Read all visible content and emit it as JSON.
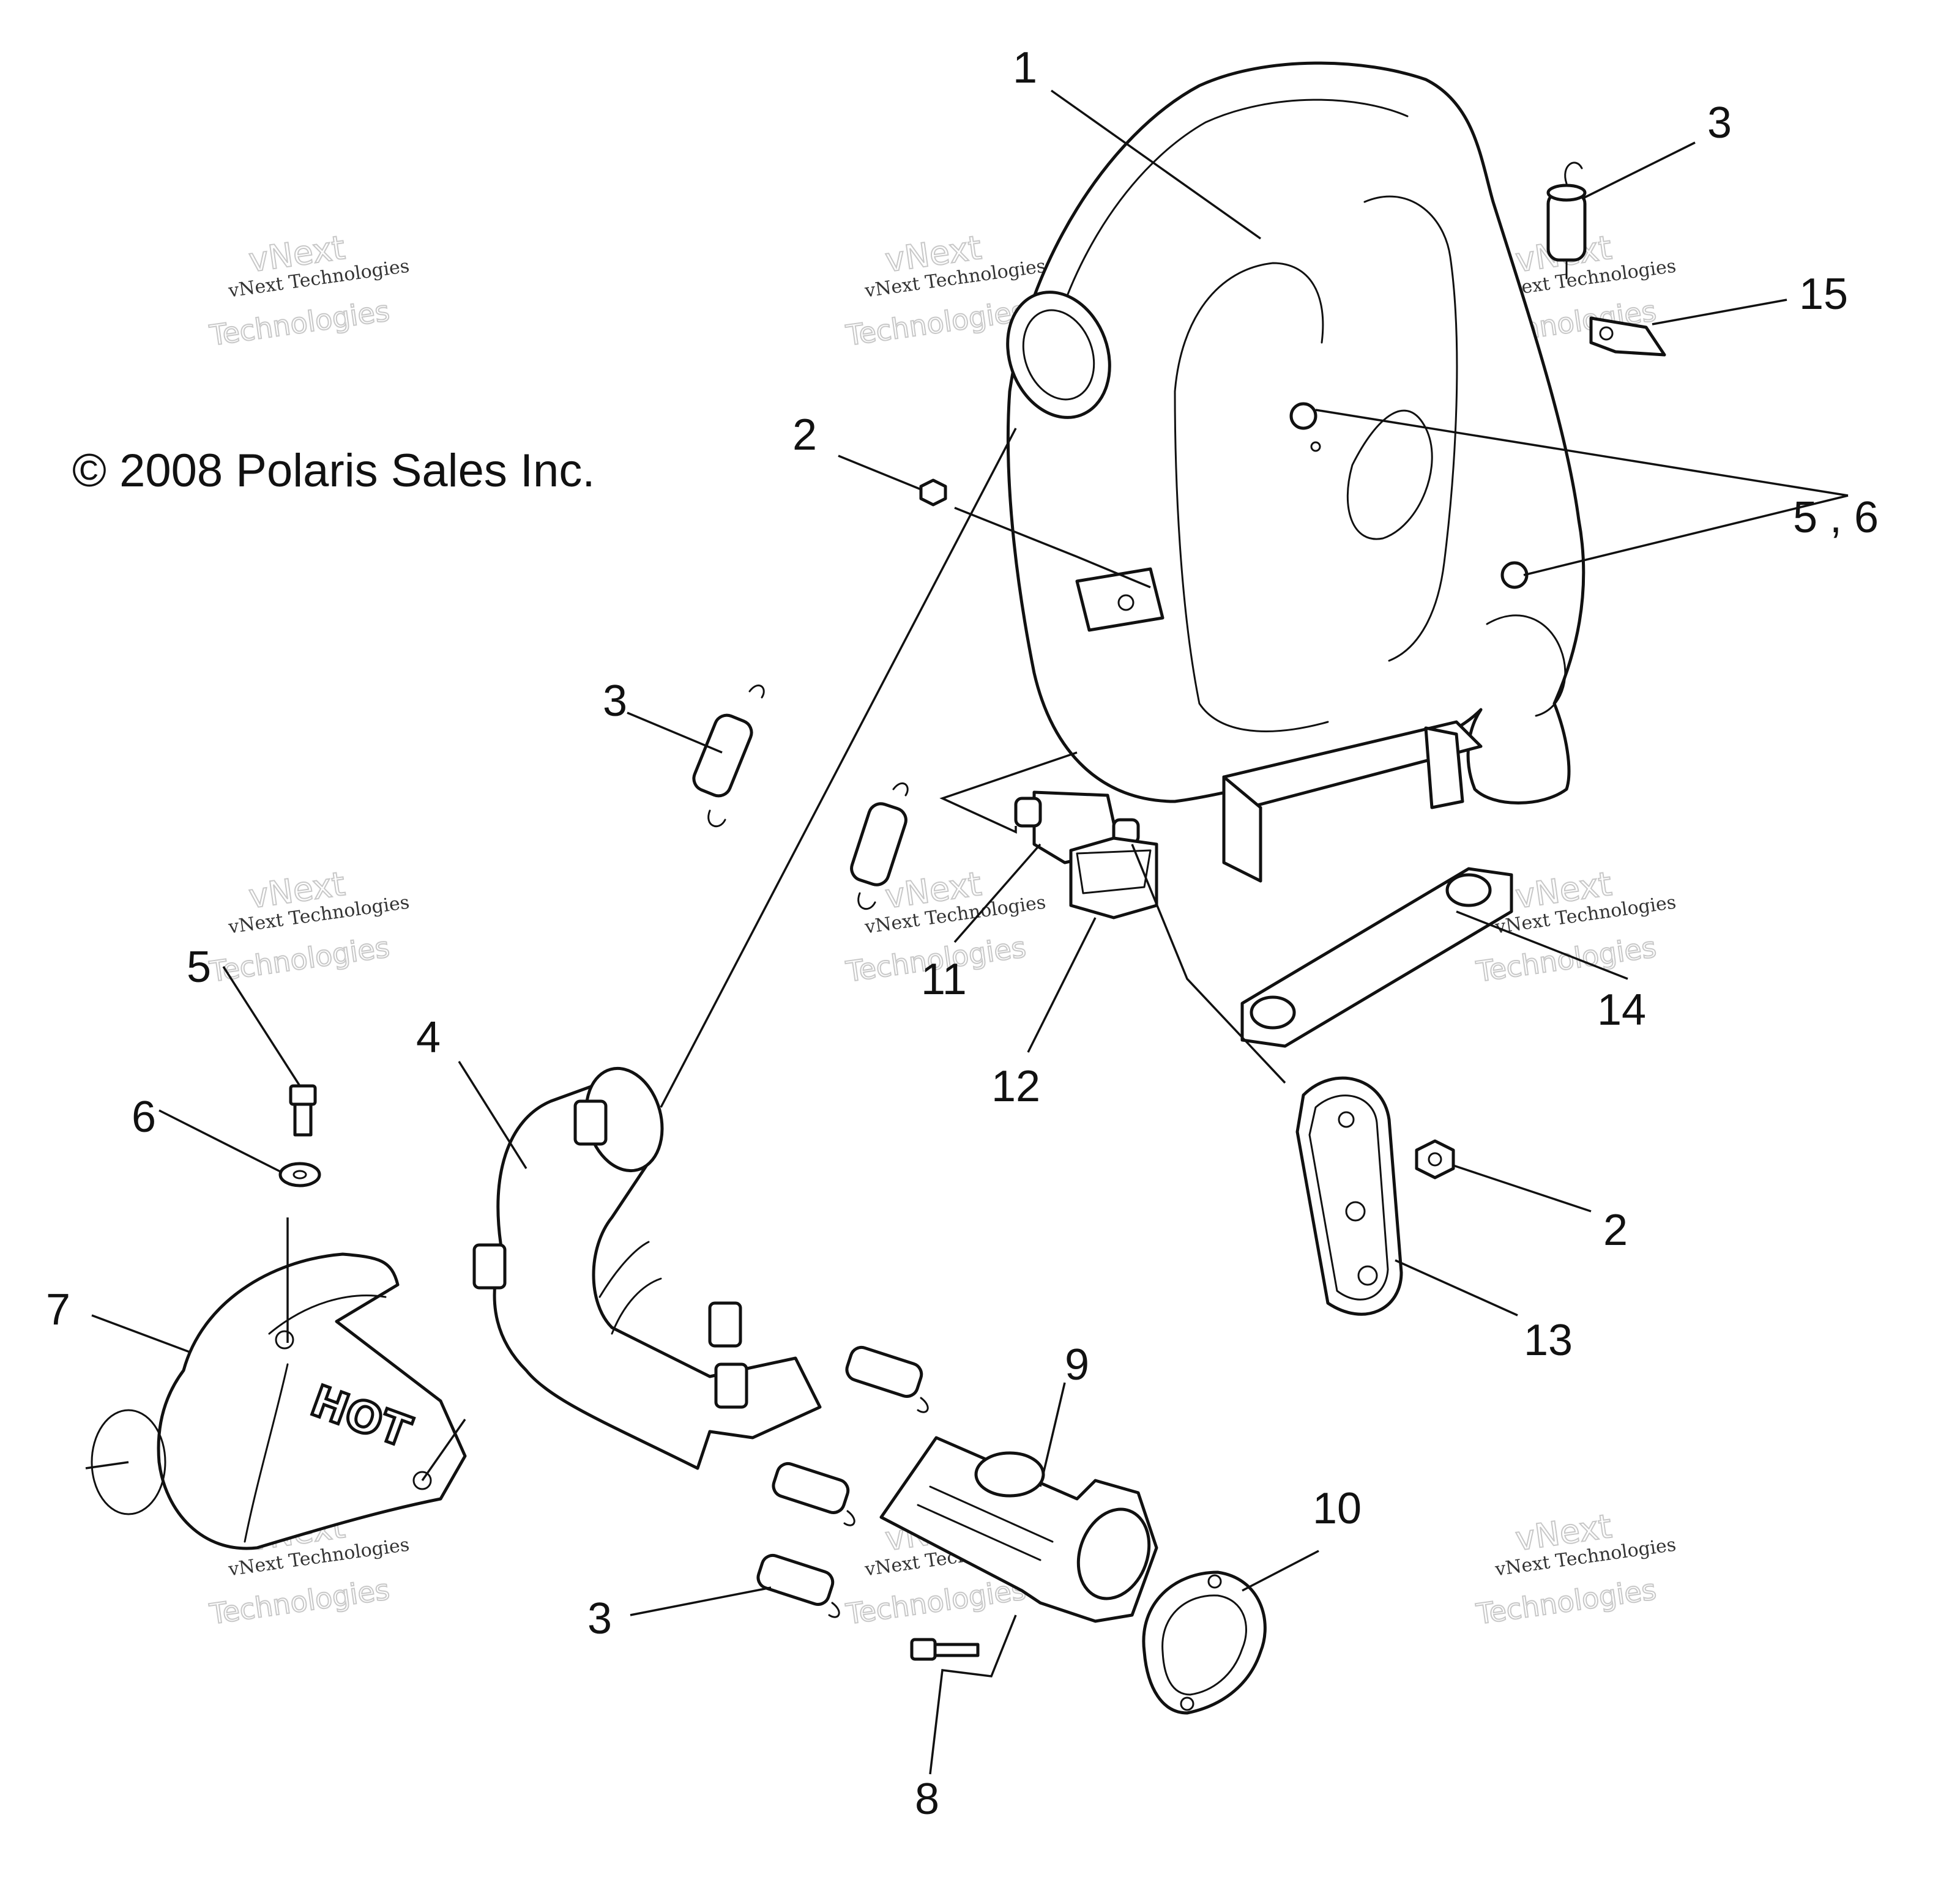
{
  "copyright": "© 2008 Polaris Sales Inc.",
  "watermark": {
    "line1": "vNext Technologies",
    "line2": "vNext",
    "line3": "Technologies"
  },
  "part_labels": {
    "muffler": "1",
    "nut_upper": "2",
    "nut_lower": "2",
    "spring_top_right": "3",
    "spring_mid_left": "3",
    "spring_bottom": "3",
    "head_pipe": "4",
    "bolt": "5",
    "washer": "6",
    "bolt_washer_combo": "5 , 6",
    "heat_shield": "7",
    "bolt_lower": "8",
    "y_pipe": "9",
    "gasket": "10",
    "grommet": "11",
    "strap": "12",
    "mount_plate": "13",
    "bracket_plate": "14",
    "clip": "15"
  },
  "heat_shield_text": "HOT"
}
